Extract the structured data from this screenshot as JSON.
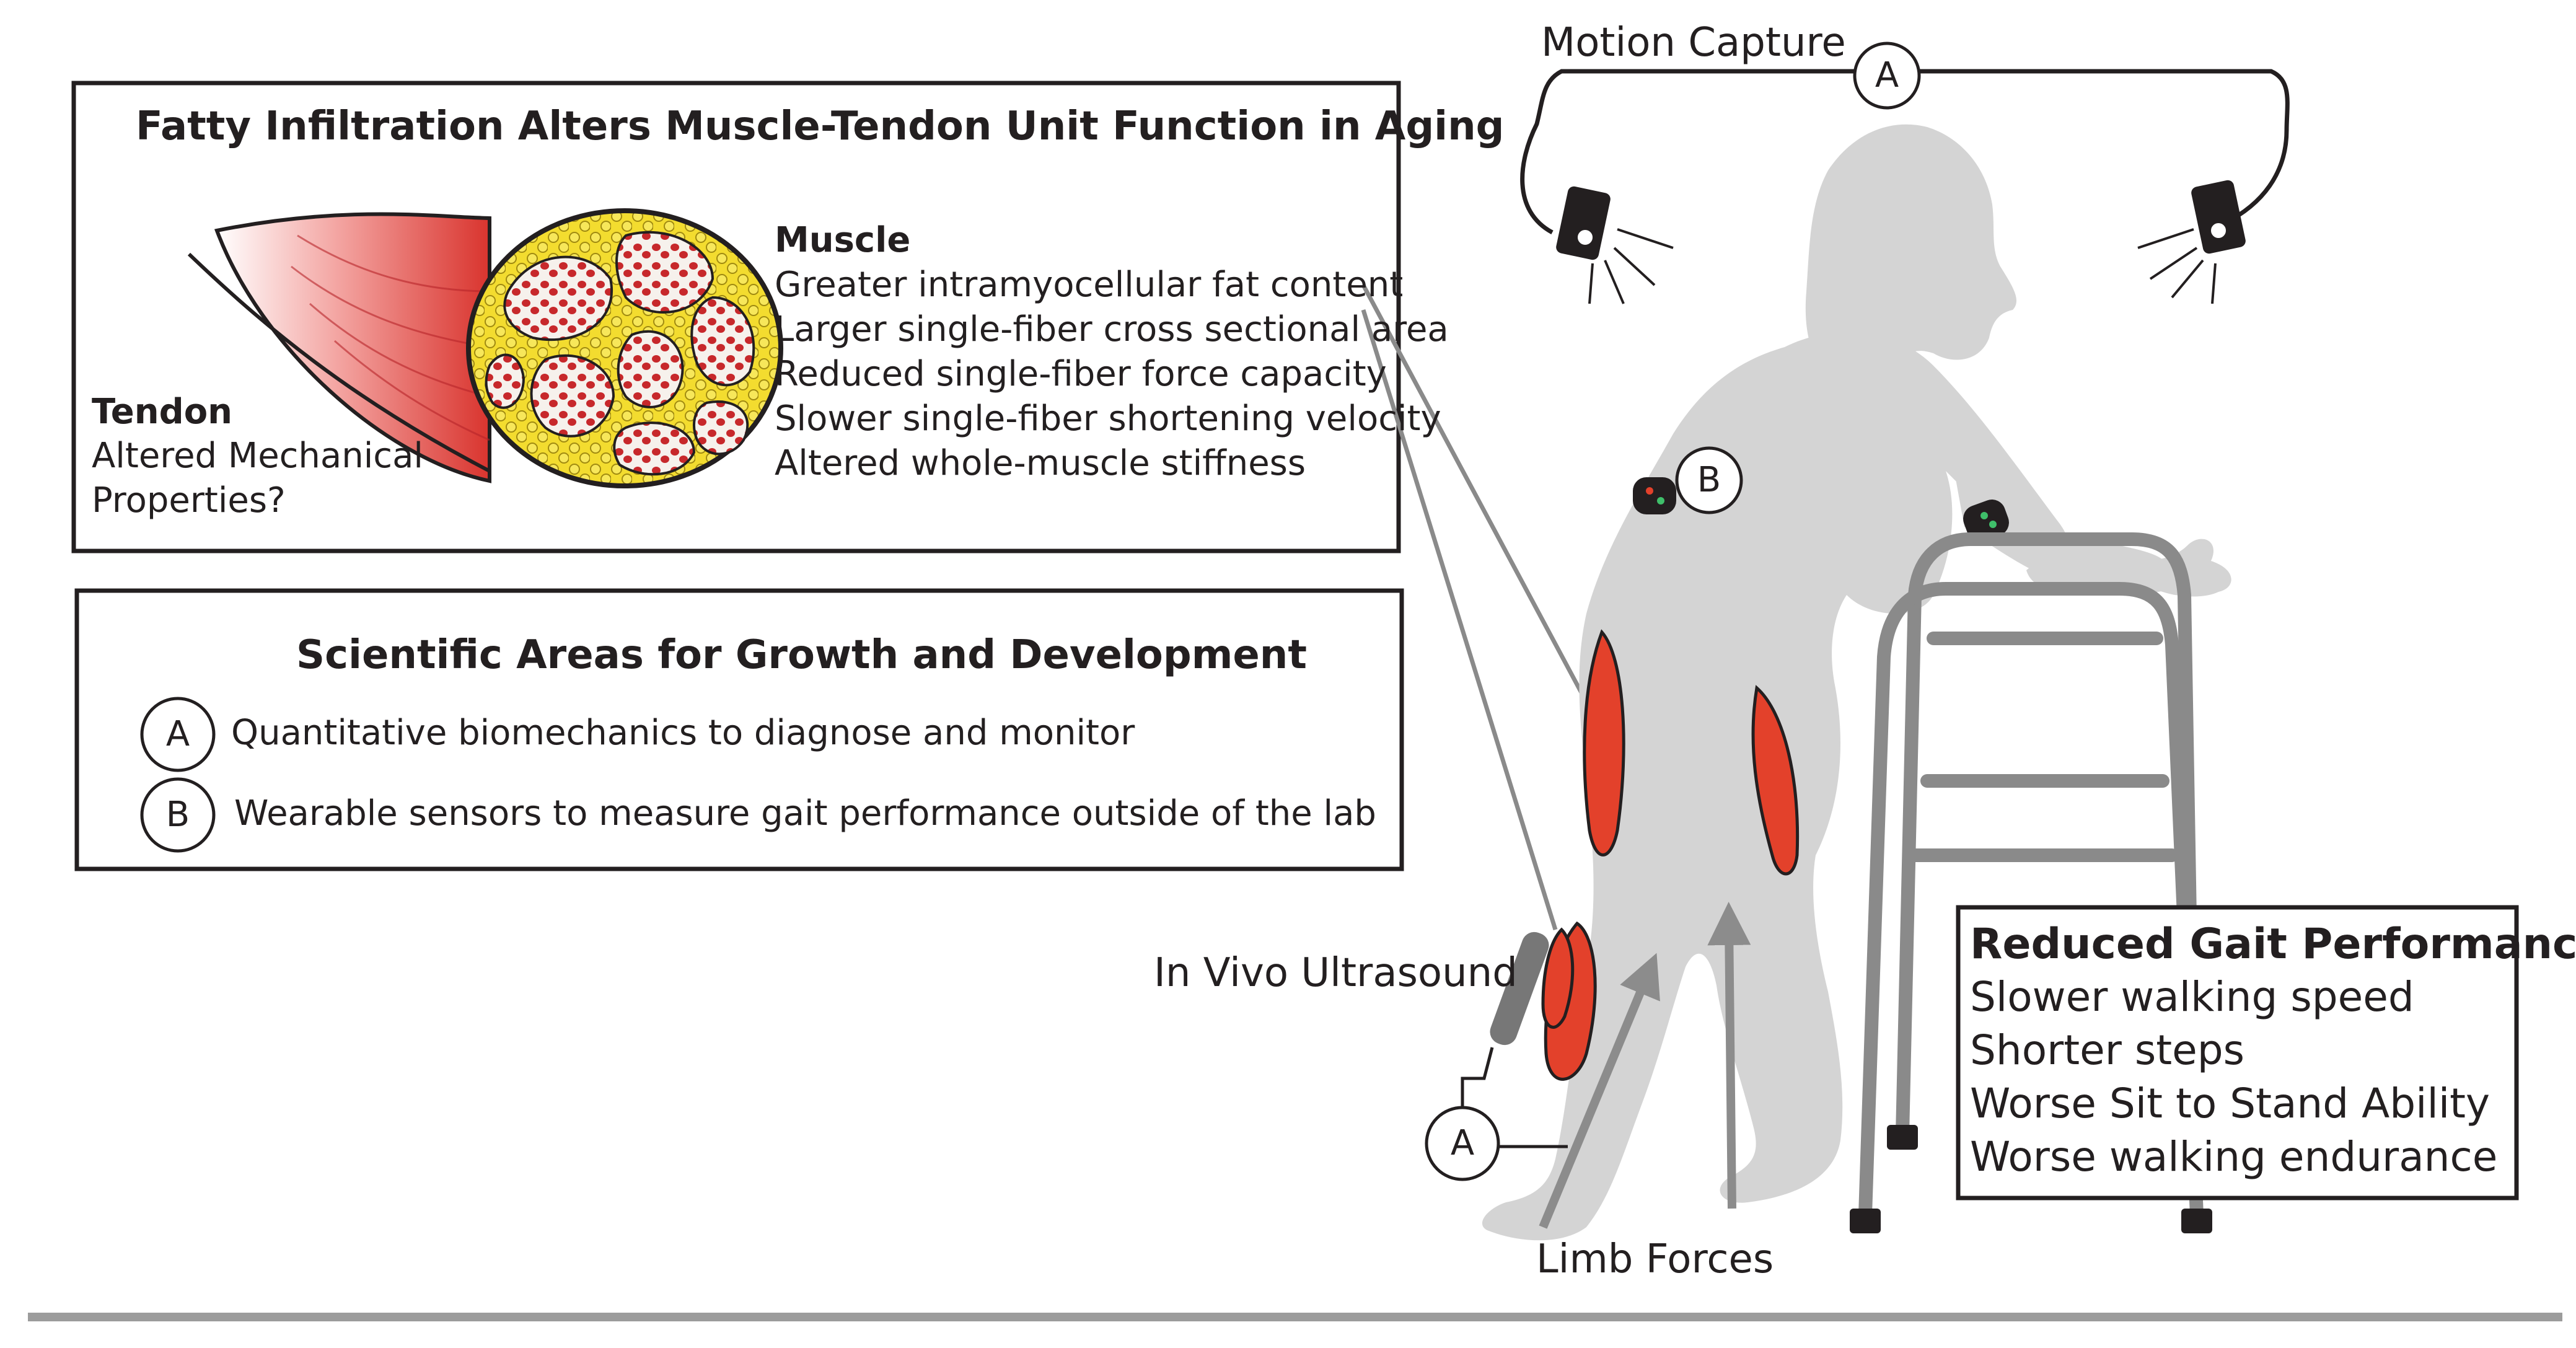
{
  "fatty_panel": {
    "title": "Fatty Infiltration Alters Muscle-Tendon Unit Function in Aging",
    "tendon": {
      "heading": "Tendon",
      "lines": [
        "Altered Mechanical",
        "Properties?"
      ]
    },
    "muscle": {
      "heading": "Muscle",
      "lines": [
        "Greater intramyocellular fat content",
        "Larger single-fiber cross sectional area",
        "Reduced single-fiber force capacity",
        "Slower single-fiber shortening velocity",
        "Altered whole-muscle stiffness"
      ]
    }
  },
  "growth_panel": {
    "title": "Scientific Areas for Growth and Development",
    "items": [
      {
        "marker": "A",
        "text": "Quantitative biomechanics to diagnose and monitor"
      },
      {
        "marker": "B",
        "text": "Wearable sensors to measure gait performance outside of the lab"
      }
    ]
  },
  "labels": {
    "motion_capture": "Motion Capture",
    "marker_a": "A",
    "marker_b": "B",
    "ultrasound": "In Vivo Ultrasound",
    "limb_forces": "Limb Forces"
  },
  "gait_panel": {
    "title": "Reduced Gait Performance",
    "lines": [
      "Slower walking speed",
      "Shorter steps",
      "Worse Sit to Stand Ability",
      "Worse walking endurance"
    ]
  },
  "colors": {
    "figure_gray": "#d4d4d4",
    "muscle_red": "#e3412b",
    "fat_yellow": "#f3dc2f",
    "walker_gray": "#8a8a8a",
    "divider_gray": "#9c9c9c",
    "box_stroke": "#231f20"
  },
  "icons": [
    "muscle-cross-section",
    "motion-camera-icon",
    "wearable-sensor-icon",
    "ultrasound-probe-icon",
    "walker-frame",
    "force-arrow"
  ]
}
